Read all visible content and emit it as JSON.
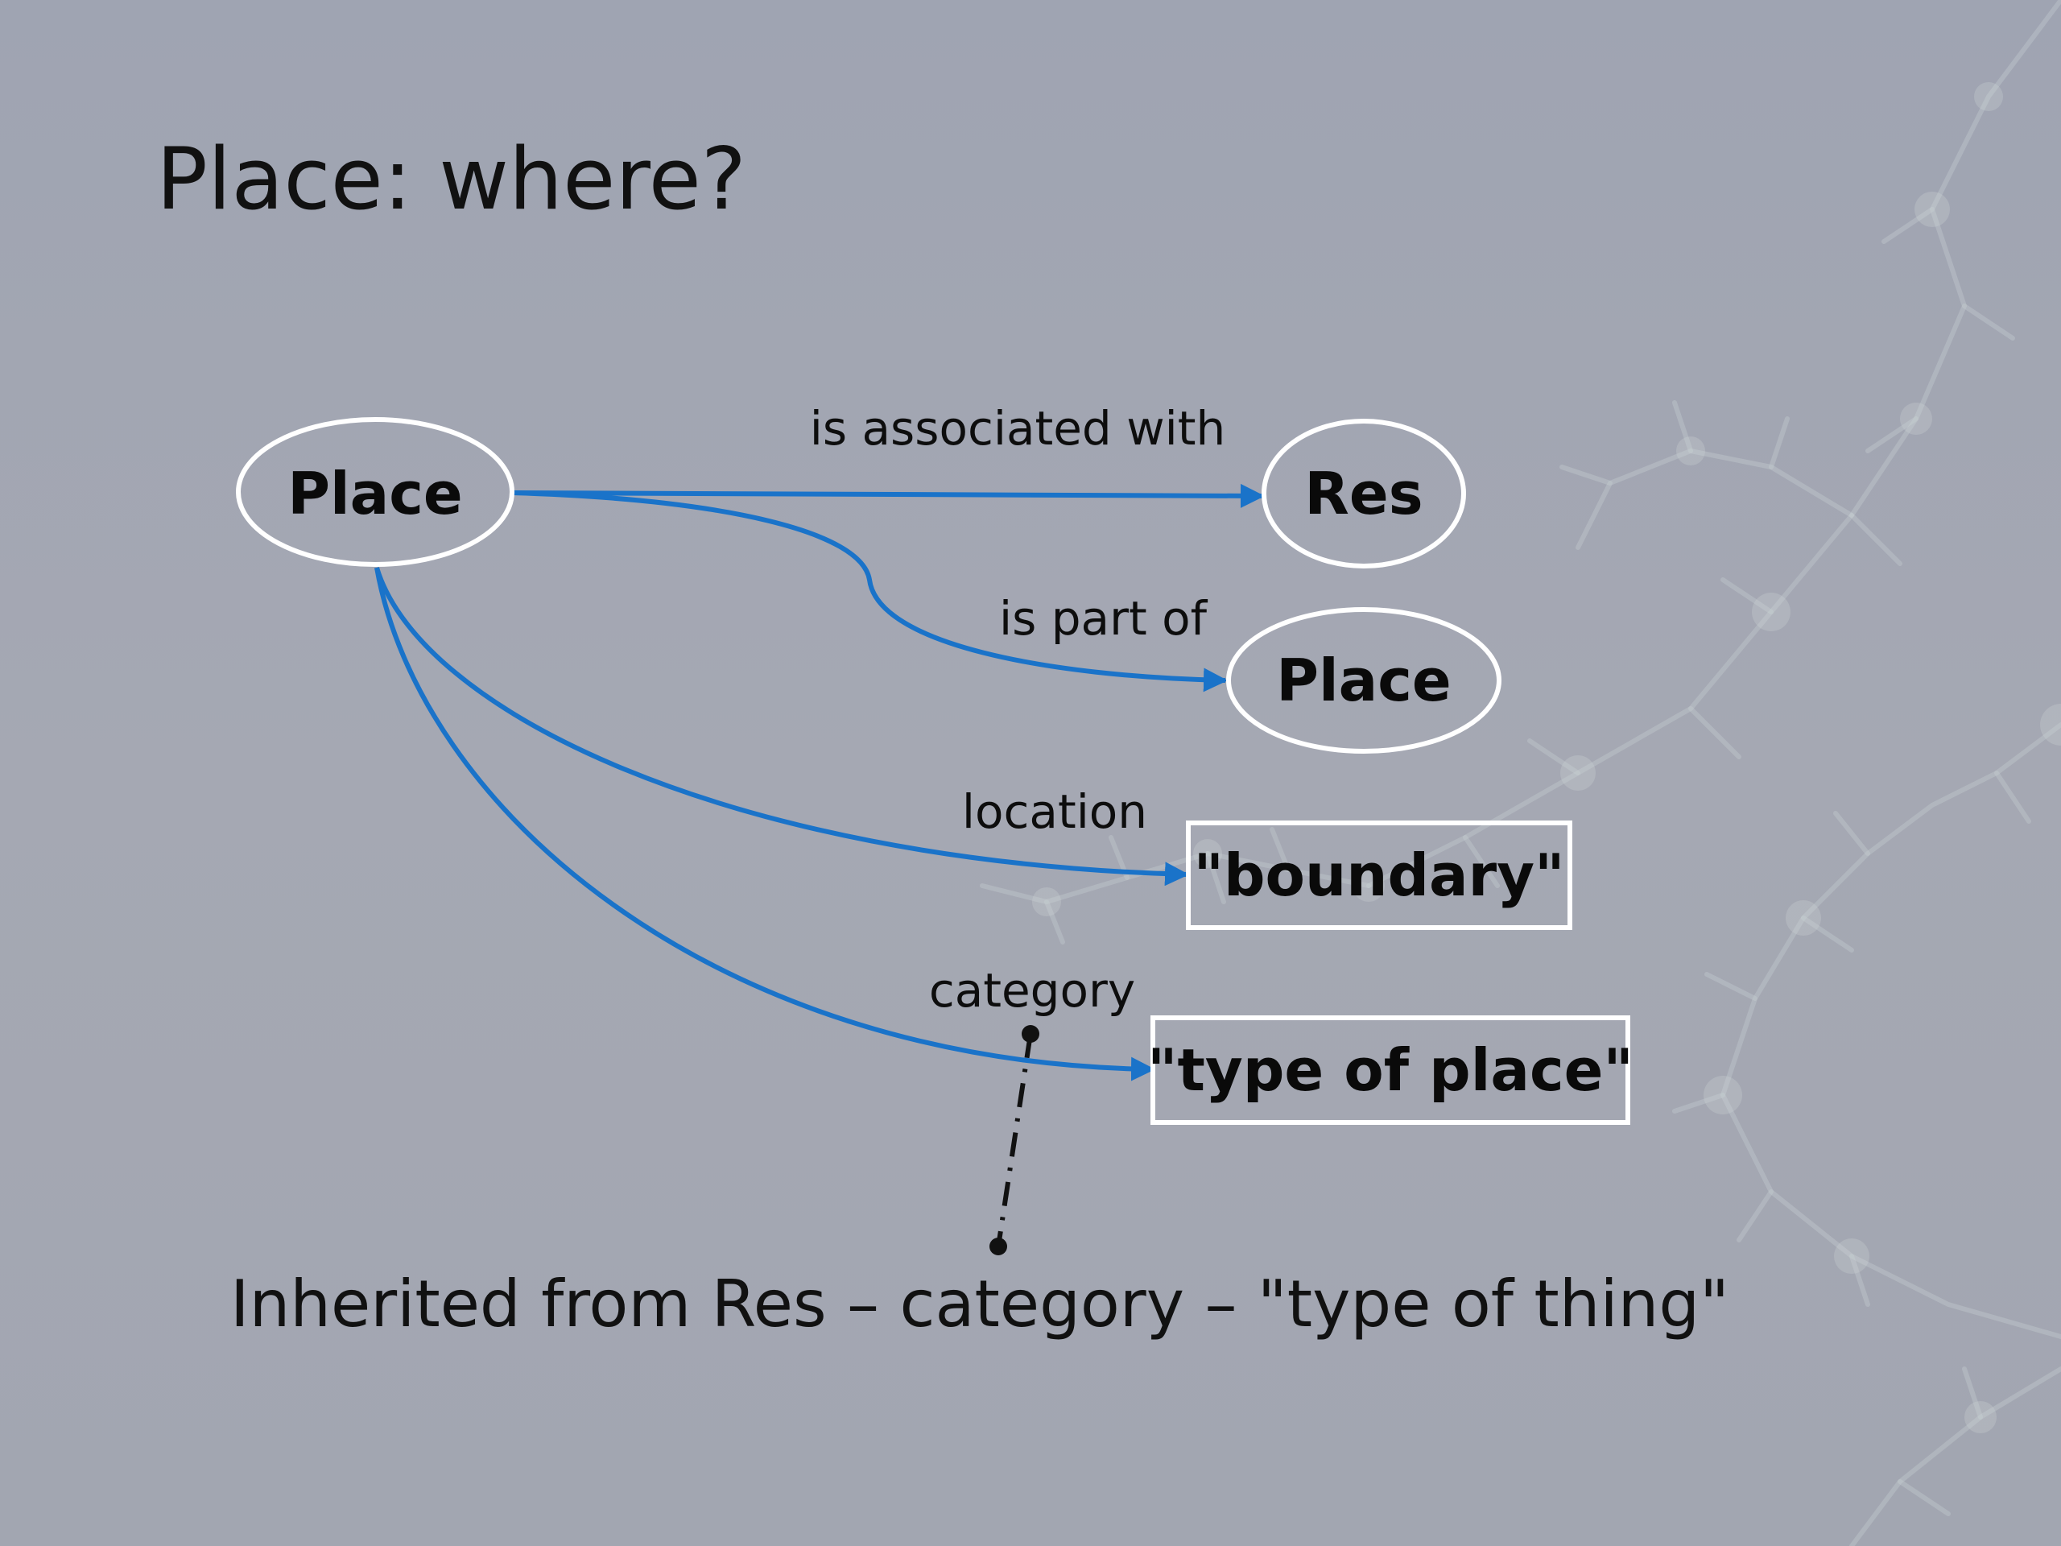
{
  "slide": {
    "title": "Place: where?",
    "footnote": "Inherited from Res – category – \"type of thing\""
  },
  "nodes": {
    "source_place": "Place",
    "res": "Res",
    "target_place": "Place",
    "boundary": "\"boundary\"",
    "type_of_place": "\"type of place\""
  },
  "edges": {
    "is_associated_with": "is associated with",
    "is_part_of": "is part of",
    "location": "location",
    "category": "category"
  },
  "colors": {
    "background": "#a3a7b3",
    "arrow": "#1a73c9",
    "node_outline": "#ffffff",
    "text": "#111111"
  }
}
